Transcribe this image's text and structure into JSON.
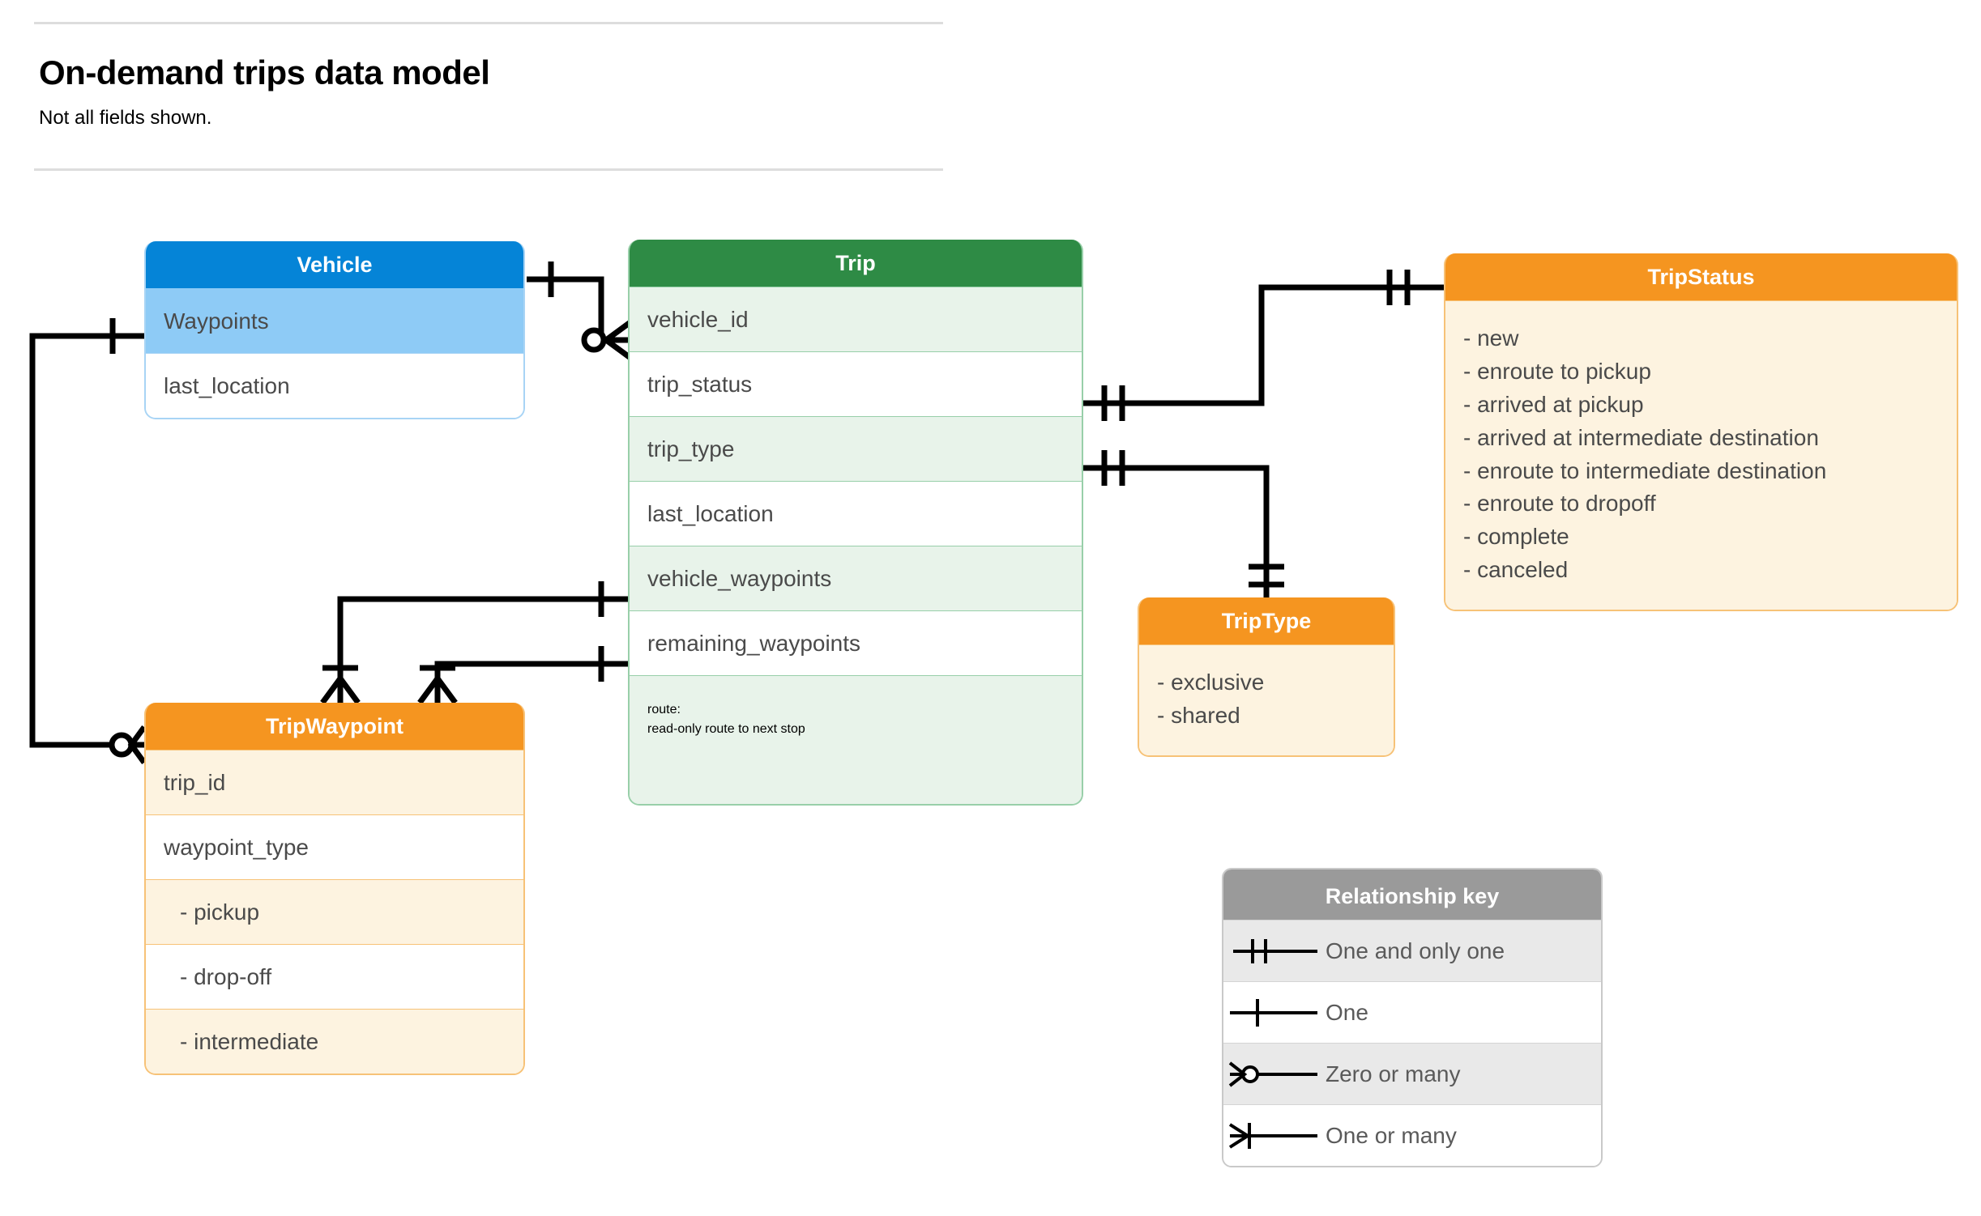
{
  "header": {
    "title": "On-demand trips data model",
    "subtitle": "Not all fields shown."
  },
  "entities": {
    "vehicle": {
      "title": "Vehicle",
      "header_color": "#0584d7",
      "rows": [
        "Waypoints",
        "last_location"
      ]
    },
    "trip": {
      "title": "Trip",
      "header_color": "#2e8b45",
      "rows": [
        "vehicle_id",
        "trip_status",
        "trip_type",
        "last_location",
        "vehicle_waypoints",
        "remaining_waypoints"
      ],
      "route_label": "route:",
      "route_note": "read-only route to next stop"
    },
    "tripwaypoint": {
      "title": "TripWaypoint",
      "header_color": "#f59520",
      "rows": [
        "trip_id",
        "waypoint_type",
        "-  pickup",
        "-  drop-off",
        "-  intermediate"
      ]
    },
    "tripstatus": {
      "title": "TripStatus",
      "header_color": "#f59520",
      "items": [
        "- new",
        "- enroute to pickup",
        "- arrived at pickup",
        "- arrived at intermediate destination",
        "- enroute to intermediate destination",
        "- enroute to dropoff",
        "- complete",
        "- canceled"
      ]
    },
    "triptype": {
      "title": "TripType",
      "header_color": "#f59520",
      "items": [
        "- exclusive",
        "- shared"
      ]
    }
  },
  "legend": {
    "title": "Relationship key",
    "header_color": "#9a9a9a",
    "rows": [
      {
        "symbol": "one-and-only-one-icon",
        "label": "One and only one"
      },
      {
        "symbol": "one-icon",
        "label": "One"
      },
      {
        "symbol": "zero-or-many-icon",
        "label": "Zero or many"
      },
      {
        "symbol": "one-or-many-icon",
        "label": "One or many"
      }
    ]
  },
  "relationships": [
    {
      "from": "Vehicle",
      "to": "Trip.vehicle_id",
      "from_card": "one",
      "to_card": "zero or many"
    },
    {
      "from": "Vehicle.Waypoints",
      "to": "TripWaypoint",
      "from_card": "one",
      "to_card": "zero or many"
    },
    {
      "from": "Trip.trip_status",
      "to": "TripStatus",
      "from_card": "one and only one",
      "to_card": "one and only one"
    },
    {
      "from": "Trip.trip_type",
      "to": "TripType",
      "from_card": "one and only one",
      "to_card": "one and only one"
    },
    {
      "from": "Trip.vehicle_waypoints",
      "to": "TripWaypoint",
      "from_card": "one",
      "to_card": "one or many"
    },
    {
      "from": "Trip.remaining_waypoints",
      "to": "TripWaypoint",
      "from_card": "one",
      "to_card": "one or many"
    }
  ]
}
